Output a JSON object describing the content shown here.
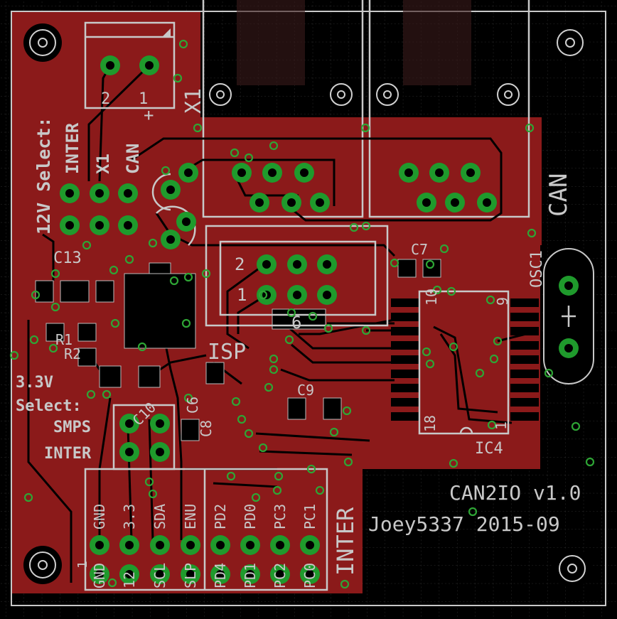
{
  "board": {
    "title": "CAN2IO v1.0",
    "author": "Joey5337 2015-09"
  },
  "labels": {
    "select12v": "12V Select:",
    "inter": "INTER",
    "x1": "X1",
    "can": "CAN",
    "can_big": "CAN",
    "x1_big": "X1",
    "c13": "C13",
    "r1": "R1",
    "r2": "R2",
    "select33v": "3.3V",
    "select33v_2": "Select:",
    "smps": "SMPS",
    "inter2": "INTER",
    "isp": "ISP",
    "isp_pin1": "1",
    "isp_pin2": "2",
    "isp_pin6": "6",
    "c7": "C7",
    "c9": "C9",
    "c8": "C8",
    "c10": "C10",
    "c6": "C6",
    "osc1": "OSC1",
    "ic4": "IC4",
    "ic4_pin10": "10",
    "ic4_pin9": "9",
    "ic4_pin18": "18",
    "ic4_pin1": "1",
    "inter_vertical": "INTER",
    "x1_pin2": "2",
    "x1_pin1": "1",
    "plus": "+"
  },
  "header_top": [
    "GND",
    "3.3",
    "SDA",
    "ENU",
    "PD2",
    "PD0",
    "PC3",
    "PC1"
  ],
  "header_bottom": [
    "GND",
    "12",
    "SCL",
    "SLP",
    "PD4",
    "PD1",
    "PC2",
    "PC0"
  ],
  "header_pin1": "1",
  "colors": {
    "board": "#000000",
    "copper": "#8b1a1a",
    "pad": "#1f9a2c",
    "silk": "#c8c8c8",
    "grid": "#3a3a3a"
  }
}
